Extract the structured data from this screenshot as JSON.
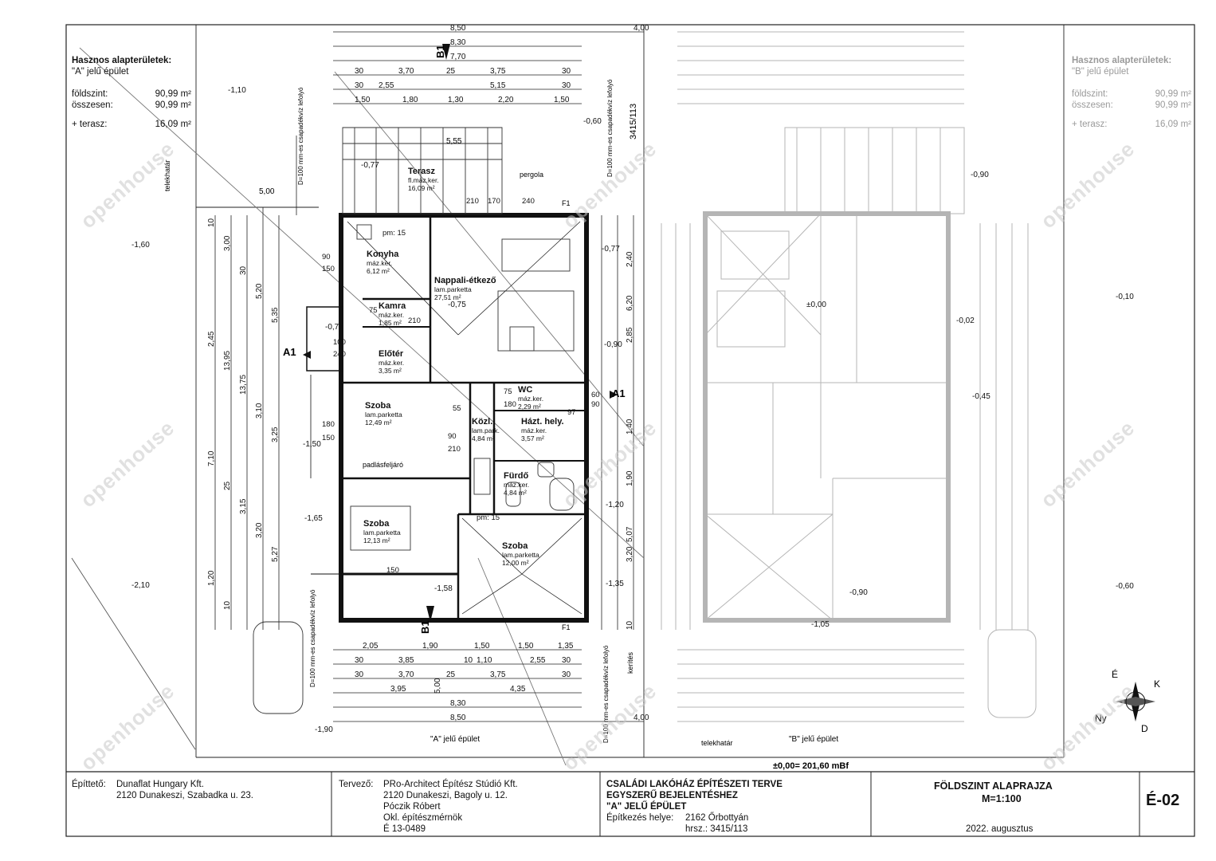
{
  "areas_a": {
    "title": "Hasznos alapterületek:",
    "subtitle": "\"A\" jelű épület",
    "rows": [
      {
        "label": "földszint:",
        "value": "90,99 m²"
      },
      {
        "label": "összesen:",
        "value": "90,99 m²"
      },
      {
        "label": "+ terasz:",
        "value": "16,09 m²"
      }
    ]
  },
  "areas_b": {
    "title": "Hasznos alapterületek:",
    "subtitle": "\"B\" jelű épület",
    "rows": [
      {
        "label": "földszint:",
        "value": "90,99 m²"
      },
      {
        "label": "összesen:",
        "value": "90,99 m²"
      },
      {
        "label": "+ terasz:",
        "value": "16,09 m²"
      }
    ]
  },
  "rooms": [
    {
      "name": "Terasz",
      "finish": "fl.máz.ker.",
      "area": "16,09 m²"
    },
    {
      "name": "Konyha",
      "finish": "máz.ker.",
      "area": "6,12 m²"
    },
    {
      "name": "Nappali-étkező",
      "finish": "lam.parketta",
      "area": "27,51 m²"
    },
    {
      "name": "Kamra",
      "finish": "máz.ker.",
      "area": "1,85 m²"
    },
    {
      "name": "Előtér",
      "finish": "máz.ker.",
      "area": "3,35 m²"
    },
    {
      "name": "WC",
      "finish": "máz.ker.",
      "area": "2,29 m²"
    },
    {
      "name": "Szoba",
      "finish": "lam.parketta",
      "area": "12,49 m²"
    },
    {
      "name": "Közl.",
      "finish": "lam.park.",
      "area": "4,84 m²"
    },
    {
      "name": "Házt. hely.",
      "finish": "máz.ker.",
      "area": "3,57 m²"
    },
    {
      "name": "Fürdő",
      "finish": "máz.ker.",
      "area": "4,84 m²"
    },
    {
      "name": "Szoba",
      "finish": "lam.parketta",
      "area": "12,13 m²"
    },
    {
      "name": "Szoba",
      "finish": "lam.parketta",
      "area": "12,00 m²"
    }
  ],
  "levels": {
    "terrace": "-0,77",
    "living": "-0,75",
    "entry": "-0,77",
    "inner": "-0,90",
    "l1": "-1,10",
    "l2": "-1,60",
    "l3": "-2,10",
    "l4": "-1,90",
    "l5": "-1,50",
    "l6": "-1,65",
    "l7": "-1,20",
    "l8": "-1,35",
    "l9": "-1,58",
    "l10": "-0,60",
    "r1": "-0,10",
    "r2": "-0,60",
    "r3": "-0,45",
    "b_living": "±0,00",
    "b_entry": "-0,02",
    "b1": "-0,90",
    "b2": "-1,05",
    "b3": "-0,90"
  },
  "dims_top": {
    "d1": "8,50",
    "d2": "8,30",
    "d3": "7,70",
    "d4": "4,00",
    "row3": [
      "30",
      "3,70",
      "25",
      "3,75",
      "30"
    ],
    "row4": [
      "30",
      "2,55",
      "5,15",
      "30"
    ],
    "row5": [
      "1,50",
      "1,80",
      "1,30",
      "2,20",
      "1,50"
    ],
    "d_terr": "5,55",
    "d_gap": "5,00",
    "plot": "3415/113"
  },
  "dims_bottom": {
    "row1": [
      "2,05",
      "1,90",
      "1,50",
      "1,50",
      "1,35"
    ],
    "row2": [
      "30",
      "3,85",
      "10",
      "1,10",
      "2,55",
      "30"
    ],
    "row3": [
      "30",
      "3,70",
      "25",
      "3,75",
      "30"
    ],
    "row4": [
      "3,95",
      "4,35"
    ],
    "d1": "8,30",
    "d2": "8,50",
    "d3": "4,00",
    "d4": "5,00"
  },
  "dims_left": [
    "10",
    "3,00",
    "30",
    "5,20",
    "5,35",
    "2,45",
    "13,95",
    "13,75",
    "3,10",
    "3,25",
    "7,10",
    "25",
    "3,15",
    "3,20",
    "5,27",
    "1,20",
    "10"
  ],
  "dims_right": [
    "-0,77",
    "2,40",
    "6,20",
    "2,85",
    "1,40",
    "1,90",
    "3,20",
    "5,07",
    "10"
  ],
  "opening_labels": [
    "pm: 15",
    "90",
    "150",
    "75",
    "210",
    "100",
    "240",
    "180",
    "150",
    "90",
    "210",
    "55",
    "60",
    "90",
    "97",
    "75",
    "180",
    "150",
    "pm: 15",
    "210",
    "170",
    "240"
  ],
  "annotations": {
    "downpipe": "D=100 mm-es csapadékvíz lefolyó",
    "pergola": "pergola",
    "attic": "padlásfeljáró",
    "plotline": "telekhatár",
    "fence": "kerítés",
    "section_a": "A1",
    "section_b": "B1",
    "fixture_f": "F1",
    "label_a": "\"A\" jelű épület",
    "label_b": "\"B\" jelű épület",
    "datum": "±0,00= 201,60 mBf"
  },
  "compass": {
    "n": "É",
    "e": "K",
    "s": "D",
    "w": "Ny"
  },
  "watermark": "openhouse",
  "title_block": {
    "builder_label": "Építtető:",
    "builder_lines": [
      "Dunaflat Hungary Kft.",
      "2120 Dunakeszi, Szabadka u. 23."
    ],
    "designer_label": "Tervező:",
    "designer_lines": [
      "PRo-Architect Építész Stúdió Kft.",
      "2120 Dunakeszi, Bagoly u. 12.",
      "Póczik Róbert",
      "Okl. építészmérnök",
      "É 13-0489"
    ],
    "project_lines": [
      "CSALÁDI LAKÓHÁZ ÉPÍTÉSZETI TERVE",
      "EGYSZERŰ BEJELENTÉSHEZ",
      "\"A\" JELŰ ÉPÜLET"
    ],
    "site_label": "Építkezés helye:",
    "site_value": "2162 Őrbottyán",
    "hrsz": "hrsz.: 3415/113",
    "sheet_title": "FÖLDSZINT ALAPRAJZA",
    "scale": "M=1:100",
    "date": "2022. augusztus",
    "sheet_no": "É-02"
  }
}
